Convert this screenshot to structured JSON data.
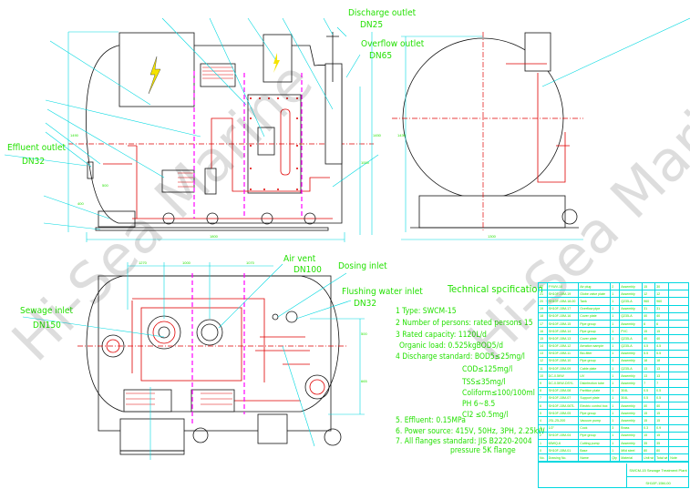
{
  "watermark": "Hi-Sea Marine",
  "labels": {
    "discharge_outlet": "Discharge outlet",
    "discharge_outlet_dn": "DN25",
    "overflow_outlet": "Overflow outlet",
    "overflow_outlet_dn": "DN65",
    "effluent_outlet": "Effluent outlet",
    "effluent_outlet_dn": "DN32",
    "air_vent": "Air vent",
    "air_vent_dn": "DN100",
    "dosing_inlet": "Dosing inlet",
    "flushing_water_inlet": "Flushing water inlet",
    "flushing_water_inlet_dn": "DN32",
    "sewage_inlet": "Sewage inlet",
    "sewage_inlet_dn": "DN150"
  },
  "dimensions": {
    "front_length": "1800",
    "front_height": "1490",
    "front_right_height": "1450",
    "front_overflow_height": "1000",
    "front_inlet_height": "400",
    "front_outlet_offset": "500",
    "side_width": "1300",
    "side_height": "1430",
    "plan_a": "1270",
    "plan_b": "1000",
    "plan_c": "1070",
    "plan_d": "500",
    "plan_e": "665"
  },
  "spec": {
    "title": "Technical spcification",
    "lines": [
      "1 Type: SWCM-15",
      "2 Number of persons: rated persons 15",
      "3 Rated capacity: 1120L/d",
      "Organic load: 0.525kgBOD5/d",
      "4 Discharge standard: BOD5≤25mg/l",
      "COD≤125mg/l",
      "TSS≤35mg/l",
      "Coliform≤100/100ml",
      "PH 6~8.5",
      "Cl2 ≤0.5mg/l",
      "5.  Effluent: 0.15MPa",
      "6.  Power source: 415V,  50Hz, 3PH, 2.25kW",
      "7.  All flanges standard: JIS B2220-2004",
      "pressure 5K flange"
    ]
  },
  "parts_table": {
    "headers": [
      "No.",
      "Drawing No.",
      "Name",
      "Qty",
      "Material",
      "Unit wt",
      "Total wt",
      "Note"
    ],
    "rows": [
      [
        "22",
        "FYWV-10",
        "Air plug",
        "2",
        "Assembly",
        "15",
        "30",
        ""
      ],
      [
        "21",
        "SH10F-15M-19",
        "Globe valve plate",
        "1",
        "Assembly",
        "12",
        "12",
        ""
      ],
      [
        "20",
        "SH10F-15M-18-00",
        "Tank",
        "1",
        "Q235-A",
        "960",
        "960",
        ""
      ],
      [
        "19",
        "SH10F-15M-17",
        "Overflow pipe",
        "1",
        "Assembly",
        "31",
        "31",
        ""
      ],
      [
        "18",
        "SH10F-15M-16",
        "Cover plate",
        "1",
        "Q235-A",
        "40",
        "40",
        ""
      ],
      [
        "17",
        "SH10F-15M-15",
        "Pipe group",
        "1",
        "Assembly",
        "6",
        "6",
        ""
      ],
      [
        "16",
        "SH10F-15M-14",
        "Pipe group",
        "1",
        "PVC",
        "15",
        "15",
        ""
      ],
      [
        "15",
        "SH10F-15M-13",
        "Cover plate",
        "1",
        "Q235-A",
        "40",
        "40",
        ""
      ],
      [
        "14",
        "SH10F-15M-12",
        "Aeration sample",
        "1",
        "Q235-A",
        "4.5",
        "4.5",
        ""
      ],
      [
        "13",
        "SH10F-15M-11",
        "Bio-filter",
        "1",
        "Assembly",
        "5.5",
        "5.5",
        ""
      ],
      [
        "12",
        "SH10F-15M-10",
        "Pipe group",
        "1",
        "Assembly",
        "18",
        "18",
        ""
      ],
      [
        "11",
        "SH10F-15M-09",
        "Cable plate",
        "1",
        "Q235-A",
        "13",
        "13",
        ""
      ],
      [
        "10",
        "DC-0.5KW",
        "UV",
        "1",
        "Assembly",
        "13",
        "13",
        ""
      ],
      [
        "9",
        "DC-0.5KW-DSYL",
        "Disinfection tube",
        "1",
        "Assembly",
        "7",
        "7",
        ""
      ],
      [
        "8",
        "SH10F-15M-08",
        "Partition plate",
        "1",
        "304L",
        "0.5",
        "0.5",
        ""
      ],
      [
        "7",
        "SH10F-15M-07",
        "Support plate",
        "1",
        "304L",
        "0.5",
        "0.5",
        ""
      ],
      [
        "6",
        "SH10F-15M-06TL",
        "Electric control box",
        "1",
        "Assembly",
        "40",
        "40",
        ""
      ],
      [
        "5",
        "SH10F-15M-05",
        "Pipe group",
        "1",
        "Assembly",
        "15",
        "15",
        ""
      ],
      [
        "4",
        "JSL-25-200",
        "Vacuum pump",
        "1",
        "Assembly",
        "15",
        "15",
        ""
      ],
      [
        "3",
        "1/2\"",
        "Cock",
        "3",
        "Brass",
        "0.3",
        "0.9",
        ""
      ],
      [
        "2",
        "SH10F-15M-04",
        "Pipe group",
        "1",
        "Assembly",
        "15",
        "15",
        ""
      ],
      [
        "1",
        "65WQ-6",
        "Cutting pump",
        "1",
        "Assembly",
        "35",
        "35",
        ""
      ],
      [
        "0",
        "SH10F-15M-01",
        "Base",
        "1",
        "Mild steel",
        "80",
        "80",
        ""
      ]
    ]
  },
  "title_block": {
    "name": "SWCM-15 Sewage Treatment Plant",
    "drawing_no": "SH10F-15M-00"
  },
  "colors": {
    "outline": "#111111",
    "dimension": "#00d8e0",
    "centerline": "#e00000",
    "text": "#22e000",
    "partition": "#ff00ff",
    "bolt": "#f5e400"
  }
}
